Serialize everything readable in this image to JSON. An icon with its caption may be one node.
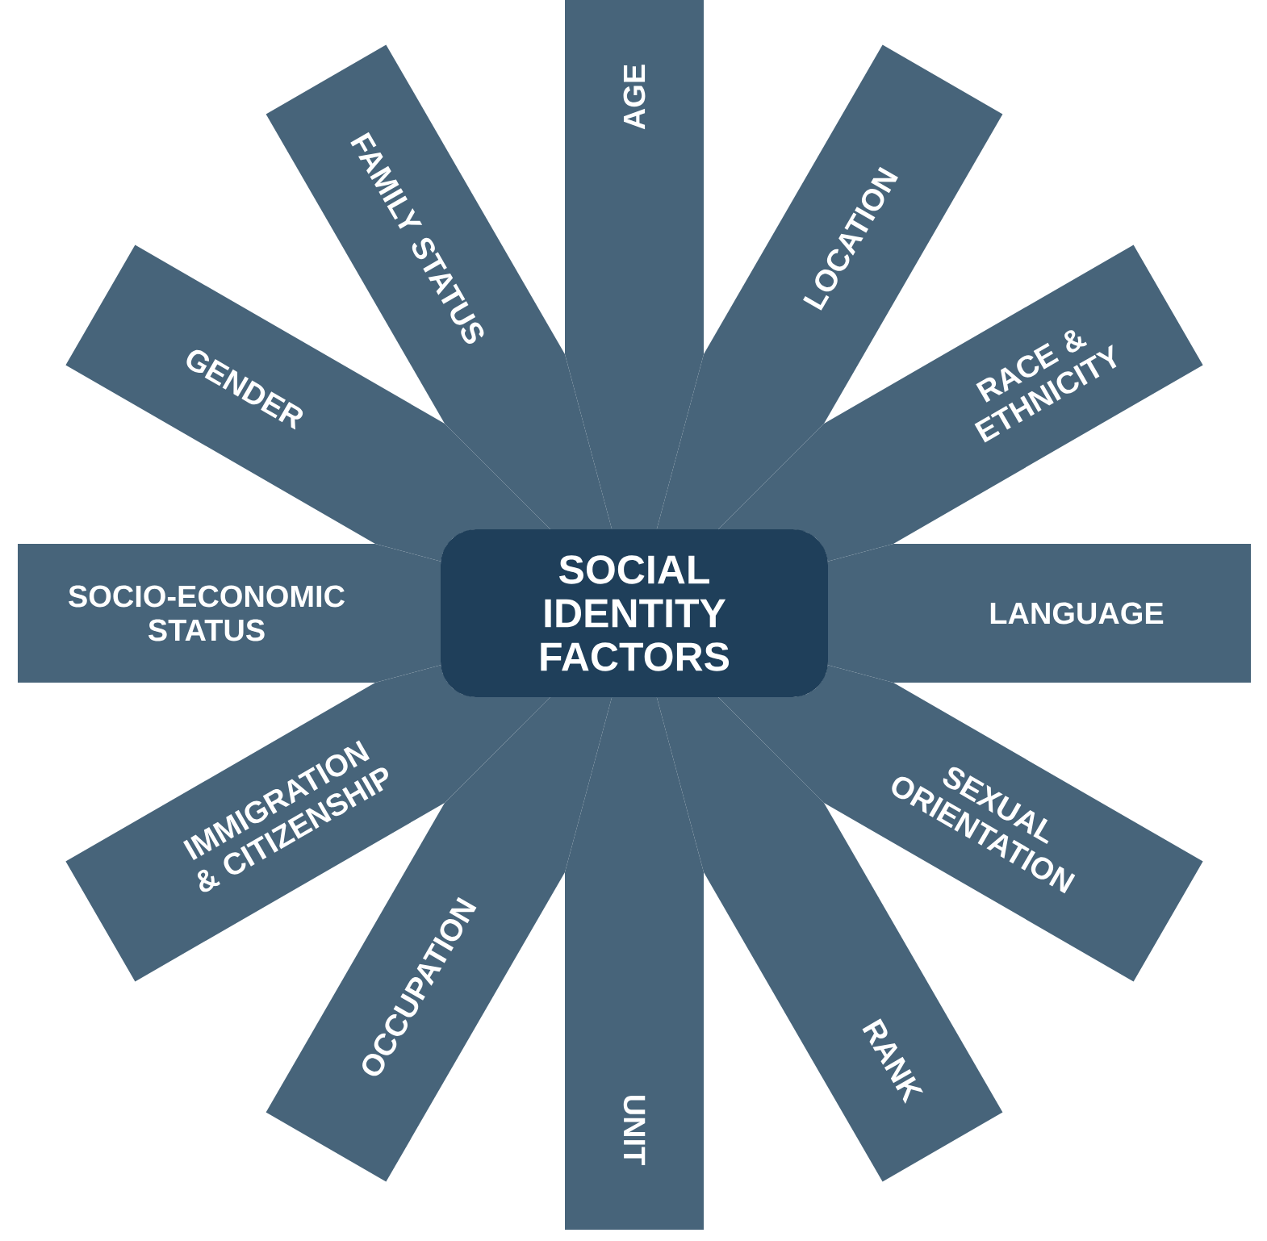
{
  "diagram": {
    "nodes": [
      {
        "text": [
          "SOCIAL IDENTITY FACTORS"
        ]
      },
      {
        "text": [
          "AGE"
        ]
      },
      {
        "text": [
          "LOCATION"
        ]
      },
      {
        "text": [
          "RACE & ETHNICITY"
        ]
      },
      {
        "text": [
          "LANGUAGE"
        ]
      },
      {
        "text": [
          "SEXUAL ORIENTATION"
        ]
      },
      {
        "text": [
          "RANK"
        ]
      },
      {
        "text": [
          "UNIT"
        ]
      },
      {
        "text": [
          "OCCUPATION"
        ]
      },
      {
        "text": [
          "IMMIGRATION & CITIZENSHIP"
        ]
      },
      {
        "text": [
          "SOCIO-ECONOMIC STATUS"
        ]
      },
      {
        "text": [
          "GENDER"
        ]
      },
      {
        "text": [
          "FAMILY STATUS"
        ]
      }
    ]
  }
}
